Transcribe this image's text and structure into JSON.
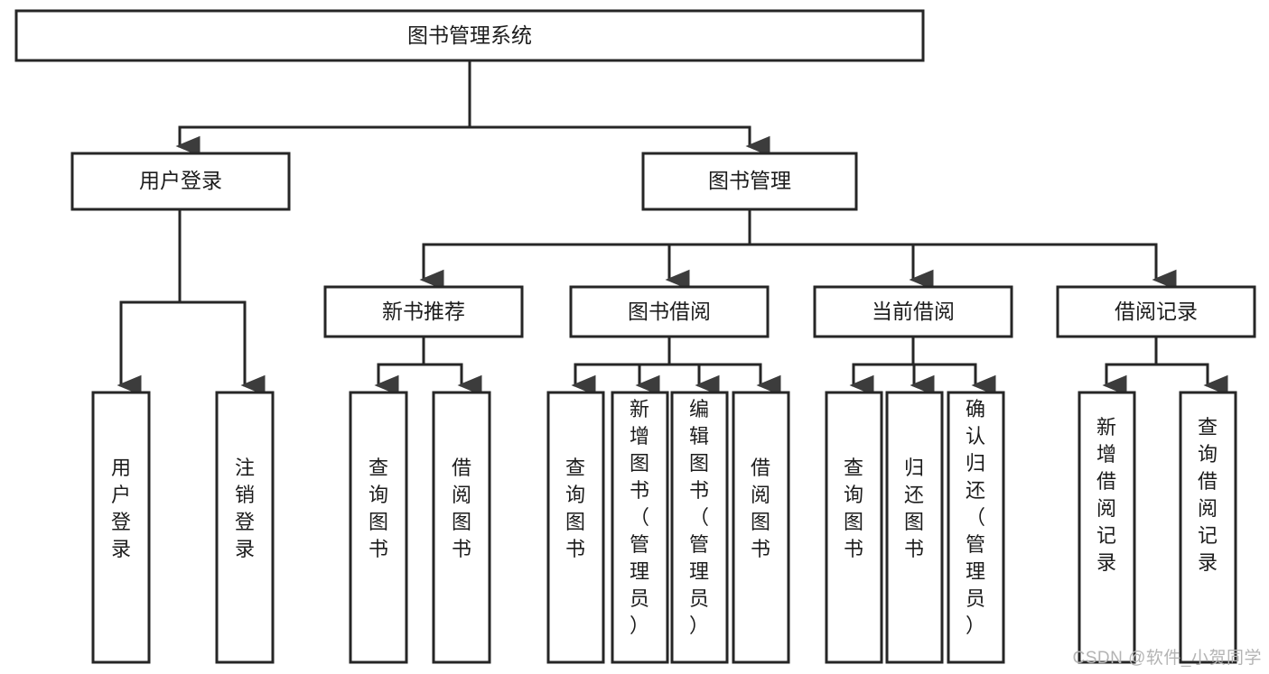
{
  "diagram": {
    "title": "图书管理系统",
    "type": "tree",
    "orientation": "top-down",
    "colors": {
      "box_fill": "#ffffff",
      "box_stroke": "#262626",
      "text": "#1c1c1c",
      "watermark": "#b4b4b4"
    },
    "levels": {
      "level1": "root",
      "level2": "modules",
      "level3": "submodules",
      "level4": "functions"
    },
    "nodes": {
      "root": {
        "id": "root",
        "label": "图书管理系统",
        "orientation": "horizontal"
      },
      "level2": [
        {
          "id": "user-login",
          "label": "用户登录",
          "orientation": "horizontal"
        },
        {
          "id": "book-manage",
          "label": "图书管理",
          "orientation": "horizontal"
        }
      ],
      "level3": [
        {
          "id": "new-book-recommend",
          "label": "新书推荐",
          "orientation": "horizontal",
          "parent": "book-manage"
        },
        {
          "id": "book-borrow",
          "label": "图书借阅",
          "orientation": "horizontal",
          "parent": "book-manage"
        },
        {
          "id": "current-borrow",
          "label": "当前借阅",
          "orientation": "horizontal",
          "parent": "book-manage"
        },
        {
          "id": "borrow-record",
          "label": "借阅记录",
          "orientation": "horizontal",
          "parent": "book-manage"
        }
      ],
      "leaves": [
        {
          "id": "leaf-user-login",
          "label": "用户登录",
          "orientation": "vertical",
          "parent": "user-login"
        },
        {
          "id": "leaf-logout",
          "label": "注销登录",
          "orientation": "vertical",
          "parent": "user-login"
        },
        {
          "id": "leaf-query-book-1",
          "label": "查询图书",
          "orientation": "vertical",
          "parent": "new-book-recommend"
        },
        {
          "id": "leaf-borrow-book-1",
          "label": "借阅图书",
          "orientation": "vertical",
          "parent": "new-book-recommend"
        },
        {
          "id": "leaf-query-book-2",
          "label": "查询图书",
          "orientation": "vertical",
          "parent": "book-borrow"
        },
        {
          "id": "leaf-add-book",
          "label": "新增图书（管理员）",
          "orientation": "vertical",
          "parent": "book-borrow"
        },
        {
          "id": "leaf-edit-book",
          "label": "编辑图书（管理员）",
          "orientation": "vertical",
          "parent": "book-borrow"
        },
        {
          "id": "leaf-borrow-book-2",
          "label": "借阅图书",
          "orientation": "vertical",
          "parent": "book-borrow"
        },
        {
          "id": "leaf-query-book-3",
          "label": "查询图书",
          "orientation": "vertical",
          "parent": "current-borrow"
        },
        {
          "id": "leaf-return-book",
          "label": "归还图书",
          "orientation": "vertical",
          "parent": "current-borrow"
        },
        {
          "id": "leaf-confirm-return",
          "label": "确认归还（管理员）",
          "orientation": "vertical",
          "parent": "current-borrow"
        },
        {
          "id": "leaf-add-record",
          "label": "新增借阅记录",
          "orientation": "vertical",
          "parent": "borrow-record"
        },
        {
          "id": "leaf-query-record",
          "label": "查询借阅记录",
          "orientation": "vertical",
          "parent": "borrow-record"
        }
      ]
    }
  },
  "watermark": {
    "text": "CSDN @软件_小贺同学"
  }
}
